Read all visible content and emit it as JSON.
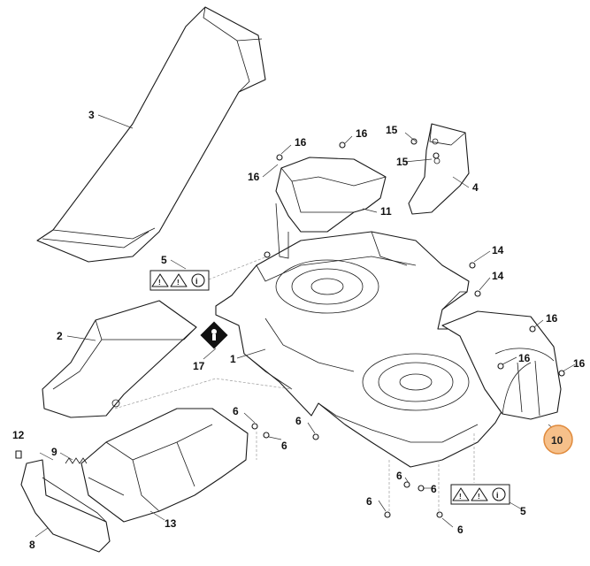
{
  "callouts": {
    "p1": "1",
    "p2": "2",
    "p3": "3",
    "p4": "4",
    "p5a": "5",
    "p5b": "5",
    "p6a": "6",
    "p6b": "6",
    "p6c": "6",
    "p6d": "6",
    "p6e": "6",
    "p6f": "6",
    "p8": "8",
    "p9": "9",
    "p10": "10",
    "p11": "11",
    "p12": "12",
    "p13": "13",
    "p14a": "14",
    "p14b": "14",
    "p15a": "15",
    "p15b": "15",
    "p16a": "16",
    "p16b": "16",
    "p16c": "16",
    "p16d": "16",
    "p16e": "16",
    "p16f": "16",
    "p17": "17"
  },
  "highlight": {
    "part": "10",
    "fill": "#f6c08a",
    "stroke": "#e08a3c"
  },
  "icons": [
    "warning-icon",
    "warning-icon",
    "manual-read-icon",
    "operator-symbol-icon"
  ]
}
